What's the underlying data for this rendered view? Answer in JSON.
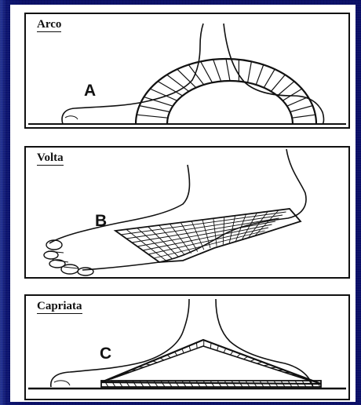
{
  "panels": [
    {
      "title": "Arco",
      "letter": "A"
    },
    {
      "title": "Volta",
      "letter": "B"
    },
    {
      "title": "Capriata",
      "letter": "C"
    }
  ]
}
